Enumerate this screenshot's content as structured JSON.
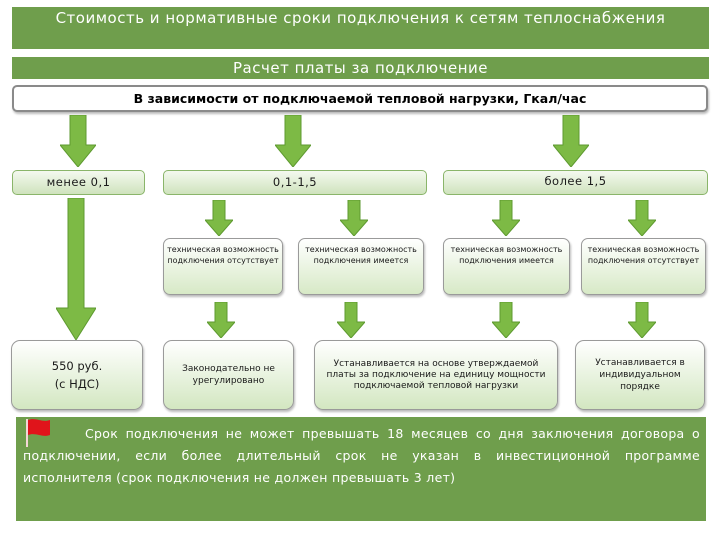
{
  "title": "Стоимость и нормативные сроки подключения к сетям теплоснабжения",
  "subtitle": "Расчет платы за подключение",
  "basis": "В зависимости от подключаемой тепловой нагрузки, Гкал/час",
  "categories": {
    "low": "менее 0,1",
    "mid": "0,1-1,5",
    "high": "более 1,5"
  },
  "conditions": [
    "техническая возможность подключения отсутствует",
    "техническая возможность подключения имеется",
    "техническая возможность подключения имеется",
    "техническая возможность подключения отсутствует"
  ],
  "results": {
    "fee_line1": "550 руб.",
    "fee_line2": "(с НДС)",
    "not_regulated": "Законодательно не урегулировано",
    "approved_rate": "Устанавливается на основе утверждаемой платы за подключение на единицу мощности подключаемой тепловой нагрузки",
    "individual": "Устанавливается в индивидуальном порядке"
  },
  "note": "Срок подключения не может превышать 18 месяцев со дня заключения договора о подключении, если более длительный срок не указан в инвестиционной программе исполнителя (срок подключения не должен превышать 3 лет)",
  "colors": {
    "header_green": "#6f9e4c",
    "arrow_green": "#7dba45",
    "flag_red": "#e0141b"
  }
}
